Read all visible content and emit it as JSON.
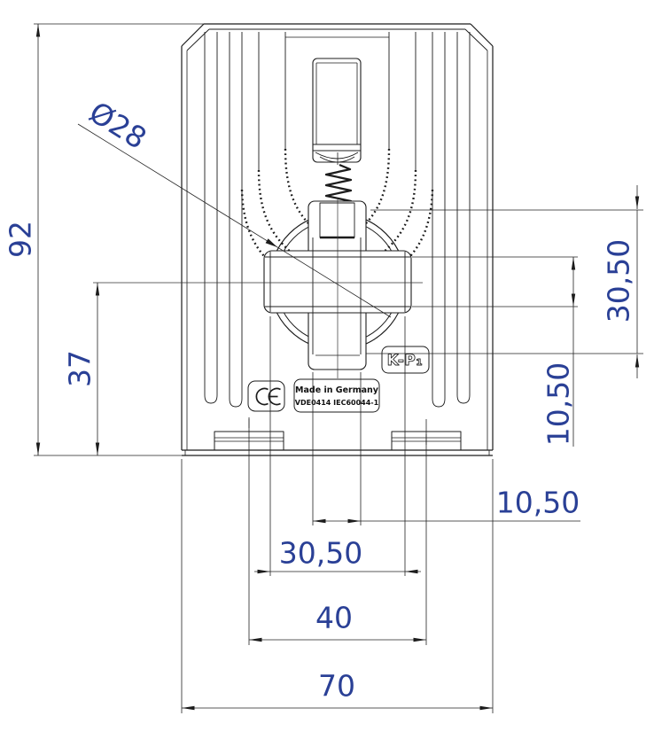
{
  "drawing_title": "Current transformer front view - dimensioned engineering drawing",
  "dims": {
    "overall_height": "92",
    "center_height": "37",
    "diameter": "Ø28",
    "window_height_right": "30,50",
    "slot_height_right": "10,50",
    "slot_width_bottom": "10,50",
    "window_width_bottom": "30,50",
    "foot_spacing": "40",
    "overall_width": "70"
  },
  "labels": {
    "made_in": "Made in Germany",
    "standards": "VDE0414 IEC60044-1",
    "terminal_marking": "K-P₁",
    "ce_mark": "CE"
  },
  "colors": {
    "dimension_text": "#2a4096",
    "line": "#1c1c1c"
  }
}
